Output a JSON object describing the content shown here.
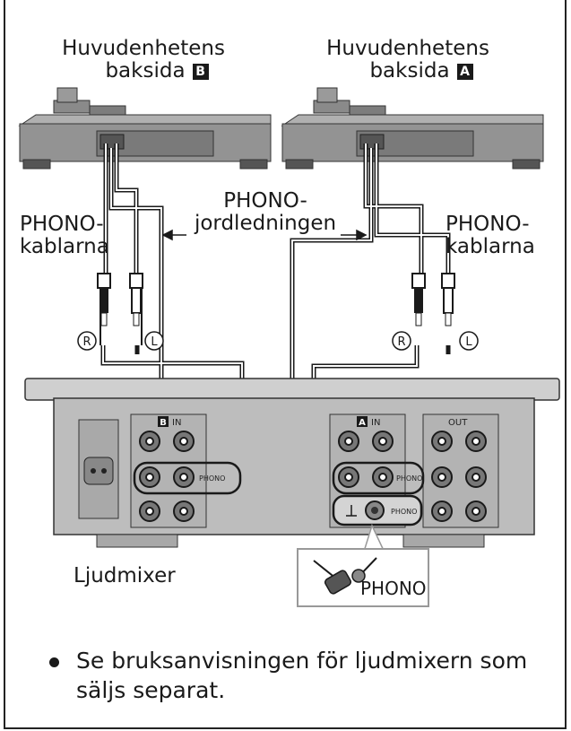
{
  "labels": {
    "unit_back_b_line1": "Huvudenhetens",
    "unit_back_b_line2": "baksida",
    "unit_b_marker": "B",
    "unit_back_a_line1": "Huvudenhetens",
    "unit_back_a_line2": "baksida",
    "unit_a_marker": "A",
    "phono_cables_left_line1": "PHONO-",
    "phono_cables_left_line2": "kablarna",
    "phono_cables_right_line1": "PHONO-",
    "phono_cables_right_line2": "kablarna",
    "ground_wire_line1": "PHONO-",
    "ground_wire_line2": "jordledningen",
    "right_channel": "R",
    "left_channel": "L",
    "mixer": "Ljudmixer",
    "mixer_in": "IN",
    "mixer_out": "OUT",
    "mixer_phono": "PHONO",
    "ground_terminal": "PHONO"
  },
  "note": "Se bruksanvisningen för ljudmixern som säljs separat."
}
